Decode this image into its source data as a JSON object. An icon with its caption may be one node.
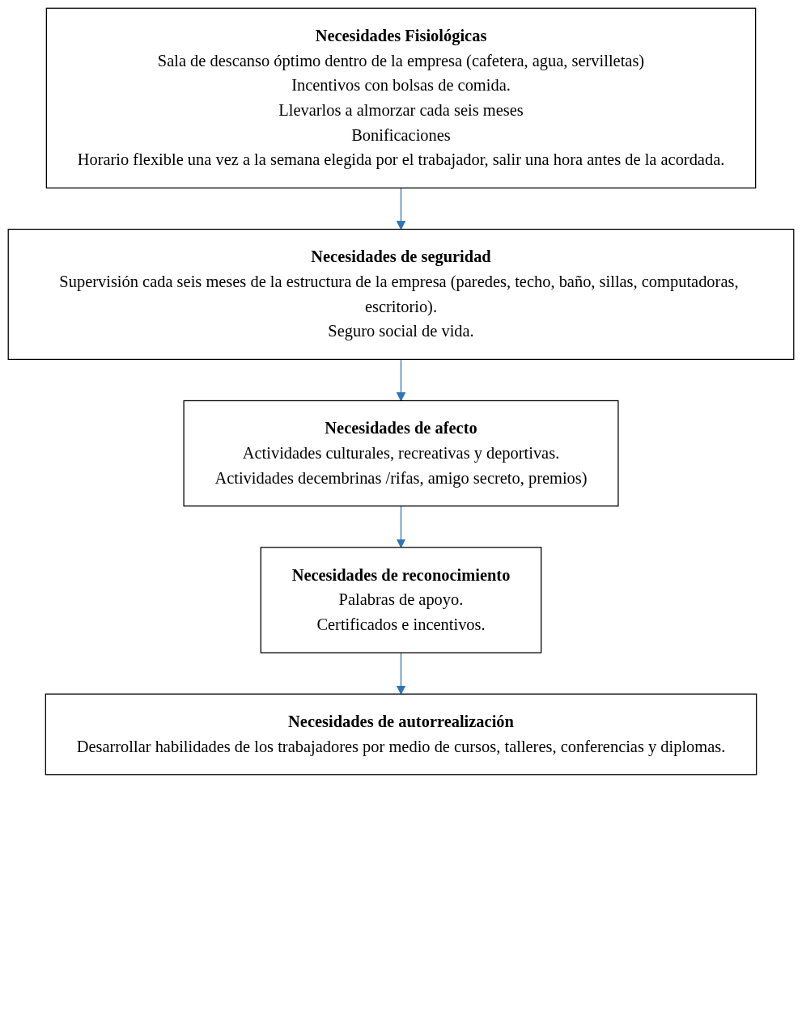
{
  "diagram": {
    "nodes": [
      {
        "text": [
          "Necesidades Fisiológicas",
          "Sala de descanso óptimo dentro de la empresa (cafetera, agua, servilletas)",
          "Incentivos con bolsas de comida.",
          "Llevarlos a almorzar cada seis meses",
          "Bonificaciones",
          "Horario flexible una vez a la semana elegida por el trabajador, salir una hora antes de la acordada."
        ]
      },
      {
        "text": [
          "Necesidades de seguridad",
          "Supervisión cada seis meses de la estructura de la empresa (paredes, techo, baño, sillas, computadoras, escritorio).",
          "Seguro social de vida."
        ]
      },
      {
        "text": [
          "Necesidades de afecto",
          "Actividades culturales, recreativas y deportivas.",
          "Actividades decembrinas /rifas, amigo secreto, premios)"
        ]
      },
      {
        "text": [
          "Necesidades de reconocimiento",
          "Palabras de apoyo.",
          "Certificados e incentivos."
        ]
      },
      {
        "text": [
          "Necesidades de autorrealización",
          "Desarrollar habilidades de los trabajadores por medio de cursos, talleres, conferencias y diplomas."
        ]
      }
    ],
    "edges": [
      {
        "from": 0,
        "to": 1,
        "arrow": "to"
      },
      {
        "from": 1,
        "to": 2,
        "arrow": "to"
      },
      {
        "from": 2,
        "to": 3,
        "arrow": "to"
      },
      {
        "from": 3,
        "to": 4,
        "arrow": "to"
      }
    ]
  }
}
